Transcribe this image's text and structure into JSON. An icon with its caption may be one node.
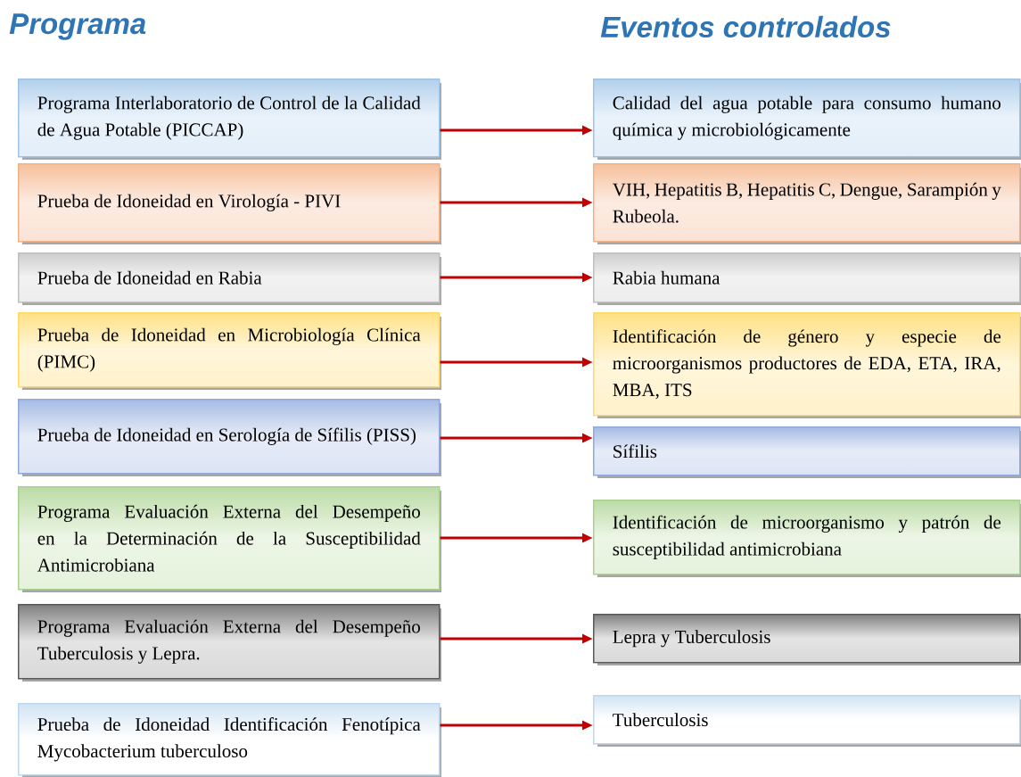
{
  "diagram": {
    "nodes": [
      {
        "text": [
          "Programa Interlaboratorio de Control de la Calidad de Agua Potable (PICCAP)"
        ]
      },
      {
        "text": [
          "Calidad del agua potable para consumo humano química y microbiológicamente"
        ]
      },
      {
        "text": [
          "Prueba de Idoneidad en Virología - PIVI"
        ]
      },
      {
        "text": [
          "VIH, Hepatitis B, Hepatitis C, Dengue, Sarampión y Rubeola."
        ]
      },
      {
        "text": [
          "Prueba de Idoneidad en Rabia"
        ]
      },
      {
        "text": [
          "Rabia humana"
        ]
      },
      {
        "text": [
          "Prueba de Idoneidad en Microbiología Clínica (PIMC)"
        ]
      },
      {
        "text": [
          "Identificación de género y especie de microorganismos productores de EDA, ETA, IRA, MBA, ITS"
        ]
      },
      {
        "text": [
          "Prueba de Idoneidad en Serología de Sífilis (PISS)"
        ]
      },
      {
        "text": [
          "Sífilis"
        ]
      },
      {
        "text": [
          "Programa Evaluación Externa del Desempeño en la Determinación de la Susceptibilidad Antimicrobiana"
        ]
      },
      {
        "text": [
          "Identificación de microorganismo y patrón de susceptibilidad antimicrobiana"
        ]
      },
      {
        "text": [
          "Programa Evaluación Externa del Desempeño Tuberculosis y Lepra."
        ]
      },
      {
        "text": [
          "Lepra y Tuberculosis"
        ]
      },
      {
        "text": [
          "Prueba de Idoneidad Identificación Fenotípica Mycobacterium tuberculoso"
        ]
      },
      {
        "text": [
          "Tuberculosis"
        ]
      }
    ],
    "edges": [
      {
        "from": 0,
        "to": 1,
        "arrow": "to"
      },
      {
        "from": 2,
        "to": 3,
        "arrow": "to"
      },
      {
        "from": 4,
        "to": 5,
        "arrow": "to"
      },
      {
        "from": 6,
        "to": 7,
        "arrow": "to"
      },
      {
        "from": 8,
        "to": 9,
        "arrow": "to"
      },
      {
        "from": 10,
        "to": 11,
        "arrow": "to"
      },
      {
        "from": 12,
        "to": 13,
        "arrow": "to"
      },
      {
        "from": 14,
        "to": 15,
        "arrow": "to"
      }
    ],
    "labels": [
      "Programa",
      "Eventos controlados"
    ]
  }
}
